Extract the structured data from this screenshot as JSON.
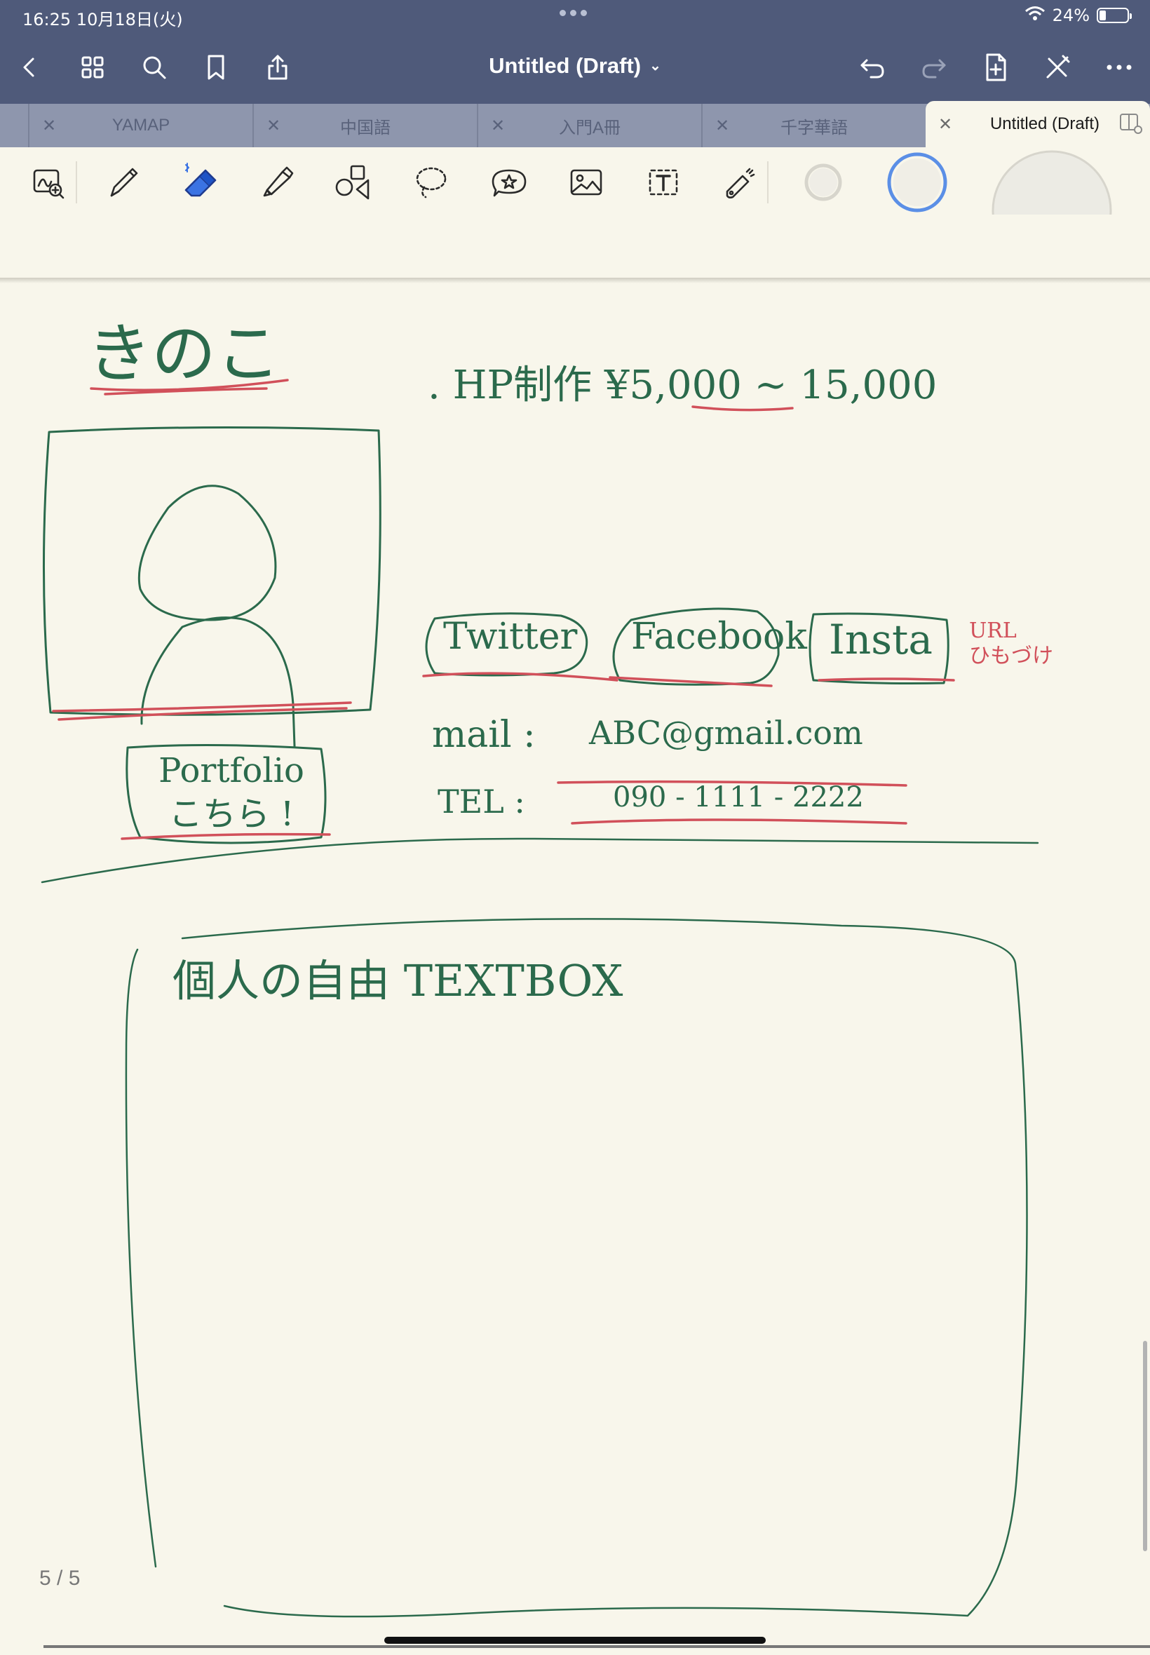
{
  "status": {
    "time_date": "16:25   10月18日(火)",
    "battery": "24%",
    "battery_level": 0.24
  },
  "nav": {
    "title": "Untitled (Draft)",
    "buttons": [
      "back-icon",
      "thumbnails-icon",
      "search-icon",
      "bookmark-icon",
      "share-icon",
      "undo-icon",
      "redo-icon",
      "add-page-icon",
      "close-pen-icon",
      "more-icon"
    ]
  },
  "tabs": [
    {
      "label": "YAMAP",
      "active": false
    },
    {
      "label": "中国語",
      "active": false
    },
    {
      "label": "入門A冊",
      "active": false
    },
    {
      "label": "千字華語",
      "active": false
    },
    {
      "label": "Untitled (Draft)",
      "active": true
    }
  ],
  "toolbar": {
    "tools": [
      "zoom-window-icon",
      "pen-icon",
      "eraser-icon",
      "highlighter-icon",
      "shapes-icon",
      "lasso-icon",
      "sticker-icon",
      "image-icon",
      "text-icon",
      "laser-pointer-icon"
    ],
    "colors": {
      "ink": "#2b6a4c",
      "annotation": "#d1505a",
      "selected_ring": "#5b8fe6"
    }
  },
  "note": {
    "title": "きのこ",
    "price": ". HP制作    ¥5,000 ~ 15,000",
    "links": [
      "Twitter",
      "Facebook",
      "Insta"
    ],
    "url_note": "URL\nひもづけ",
    "mail_label": "mail :",
    "mail_value": "ABC@gmail.com",
    "tel_label": "TEL :",
    "tel_value": "090 - 1111 - 2222",
    "portfolio": "Portfolio\nこちら !",
    "textbox": "個人の自由  TEXTBOX"
  },
  "page_indicator": "5 / 5"
}
